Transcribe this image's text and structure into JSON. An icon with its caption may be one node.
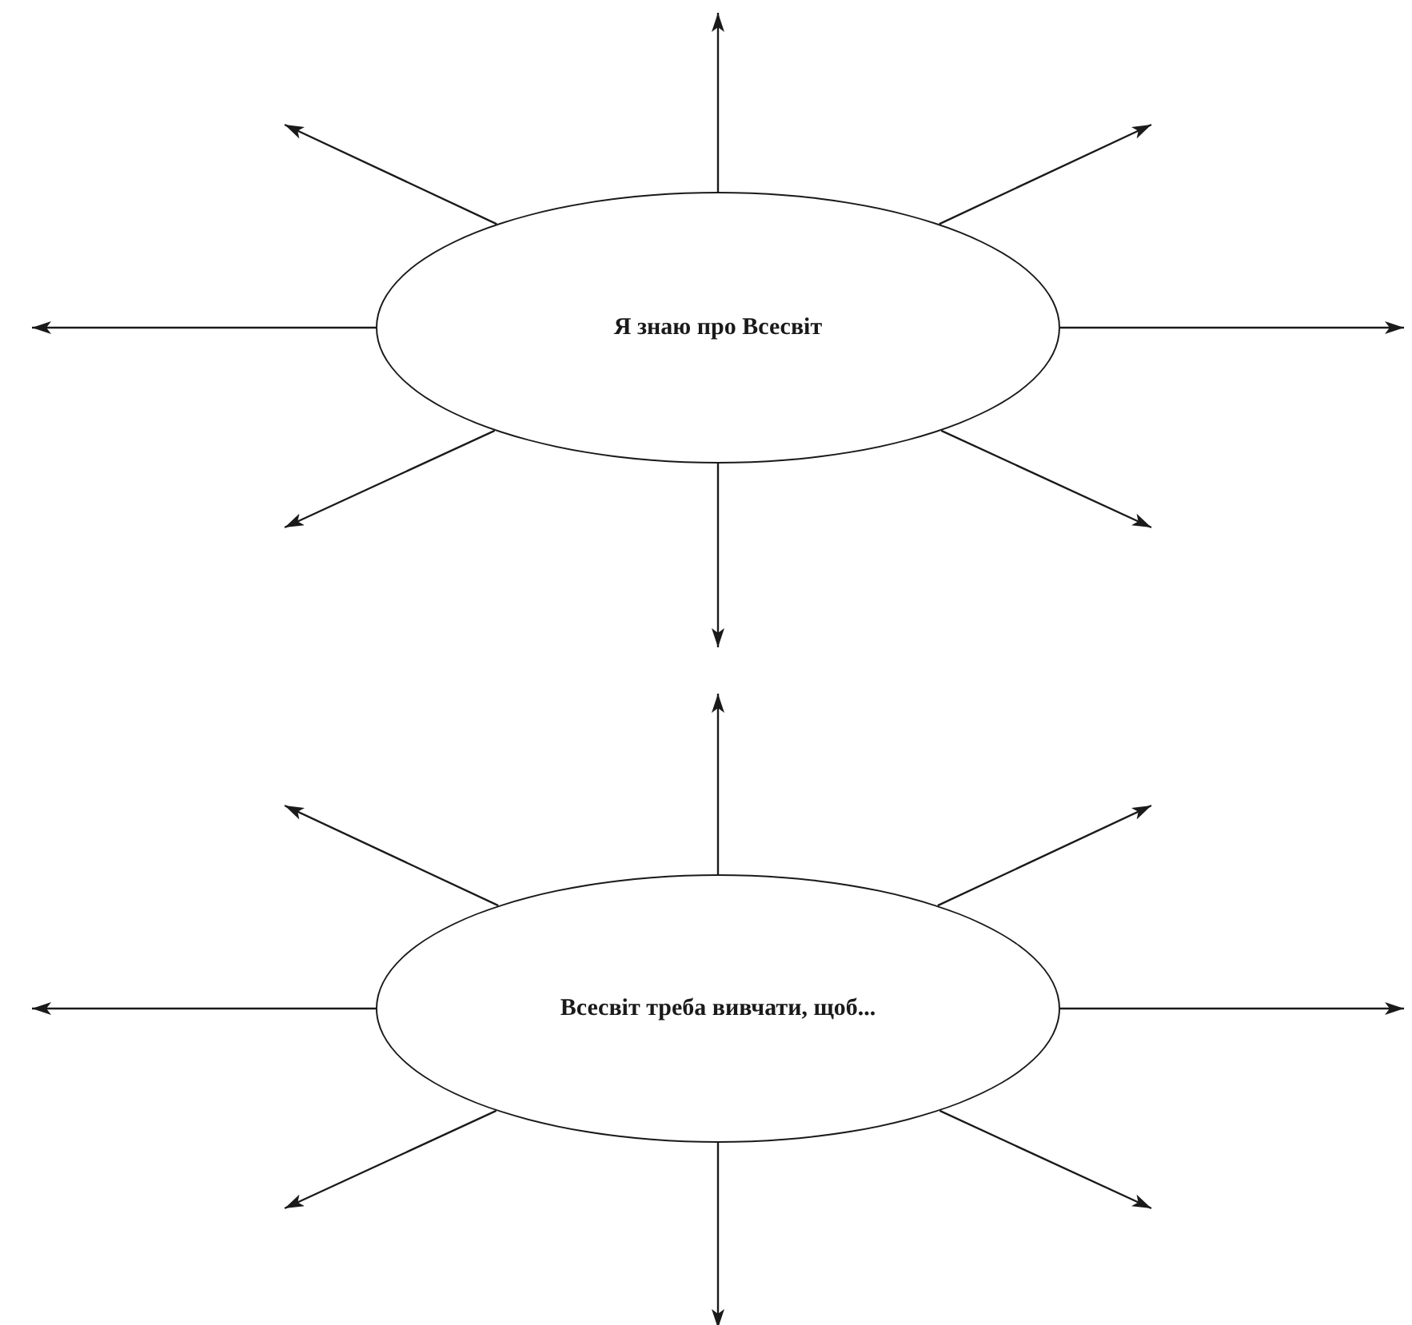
{
  "diagram": {
    "nodes": [
      {
        "text": [
          "Я знаю про Всесвіт"
        ]
      },
      {
        "text": [
          "Всесвіт треба вивчати, щоб..."
        ]
      }
    ],
    "edges": [
      {
        "from": 0,
        "to": null,
        "arrow": "to"
      },
      {
        "from": 0,
        "to": null,
        "arrow": "to"
      },
      {
        "from": 0,
        "to": null,
        "arrow": "to"
      },
      {
        "from": 0,
        "to": null,
        "arrow": "to"
      },
      {
        "from": 0,
        "to": null,
        "arrow": "to"
      },
      {
        "from": 0,
        "to": null,
        "arrow": "to"
      },
      {
        "from": 0,
        "to": null,
        "arrow": "to"
      },
      {
        "from": 0,
        "to": null,
        "arrow": "to"
      },
      {
        "from": 1,
        "to": null,
        "arrow": "to"
      },
      {
        "from": 1,
        "to": null,
        "arrow": "to"
      },
      {
        "from": 1,
        "to": null,
        "arrow": "to"
      },
      {
        "from": 1,
        "to": null,
        "arrow": "to"
      },
      {
        "from": 1,
        "to": null,
        "arrow": "to"
      },
      {
        "from": 1,
        "to": null,
        "arrow": "to"
      },
      {
        "from": 1,
        "to": null,
        "arrow": "to"
      },
      {
        "from": 1,
        "to": null,
        "arrow": "to"
      }
    ]
  }
}
